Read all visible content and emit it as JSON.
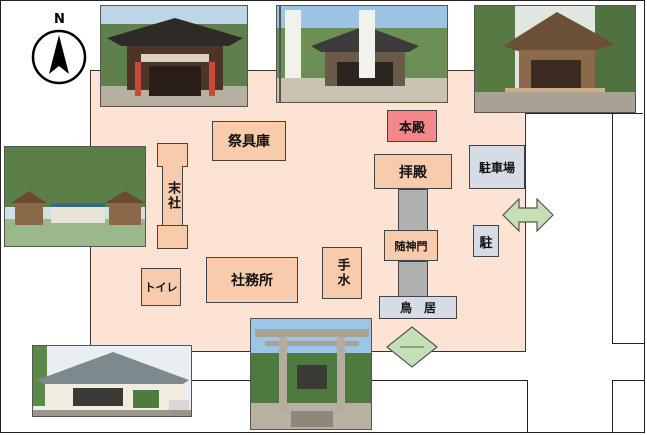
{
  "compass": {
    "label": "N"
  },
  "buildings": {
    "honden": "本殿",
    "haiden": "拝殿",
    "saiguko": "祭具庫",
    "massha": "末社",
    "zuishinmon": "随神門",
    "torii": "鳥　居",
    "temizu": "手水",
    "shamusho": "社務所",
    "toilet": "トイレ",
    "parking_main": "駐車場",
    "parking_small": "駐"
  },
  "colors": {
    "ground": "#fde3d3",
    "building": "#f8cbad",
    "honden": "#f4878a",
    "path": "#b0b0b0",
    "gray_box": "#d6dce5",
    "arrow": "#c5e0b4"
  },
  "icons": [
    "compass-icon",
    "right-left-arrow-icon",
    "up-down-arrow-icon"
  ]
}
